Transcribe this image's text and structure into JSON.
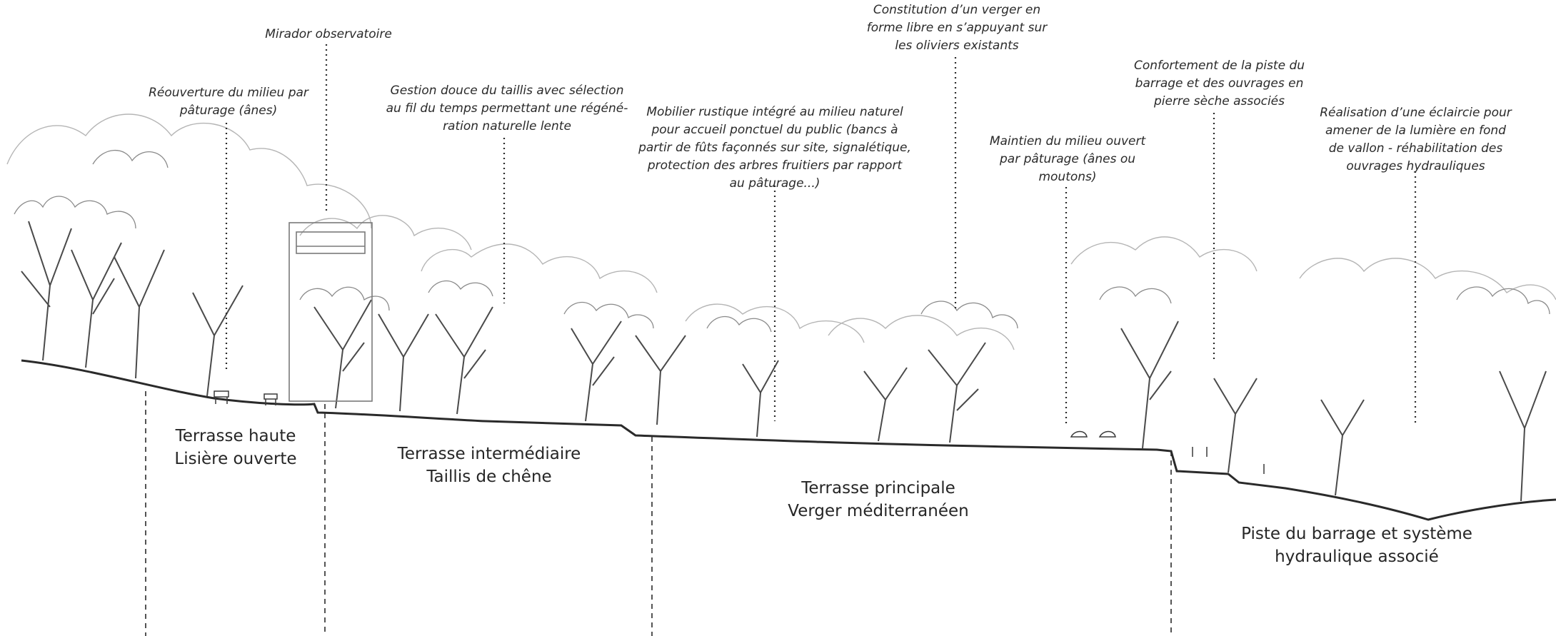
{
  "annotations": {
    "mirador": "Mirador observatoire",
    "reouverture": "Réouverture du milieu par\npâturage (ânes)",
    "gestion": "Gestion douce du taillis avec sélection\nau fil du temps permettant une régéné-\nration naturelle lente",
    "mobilier": "Mobilier rustique intégré au milieu naturel\npour accueil ponctuel du public (bancs à\npartir de fûts façonnés sur site, signalétique,\nprotection des arbres fruitiers par rapport\nau pâturage...)",
    "verger": "Constitution d’un verger en\nforme libre en s’appuyant sur\nles oliviers existants",
    "maintien": "Maintien du milieu ouvert\npar pâturage (ânes ou\nmoutons)",
    "confortement": "Confortement de la piste du\nbarrage et des ouvrages en\npierre sèche associés",
    "eclaircie": "Réalisation d’une éclaircie pour\namener de la lumière en fond\nde vallon - réhabilitation des\nouvrages hydrauliques"
  },
  "zones": {
    "haute": "Terrasse haute\nLisière ouverte",
    "intermediaire": "Terrasse intermédiaire\nTaillis de chêne",
    "principale": "Terrasse principale\nVerger méditerranéen",
    "piste": "Piste du barrage et système\nhydraulique associé"
  },
  "colors": {
    "ink": "#2a2a2a",
    "sketch": "#4a4a4a",
    "foliage": "#8a8a8a",
    "shade": "#c8c8c8"
  }
}
